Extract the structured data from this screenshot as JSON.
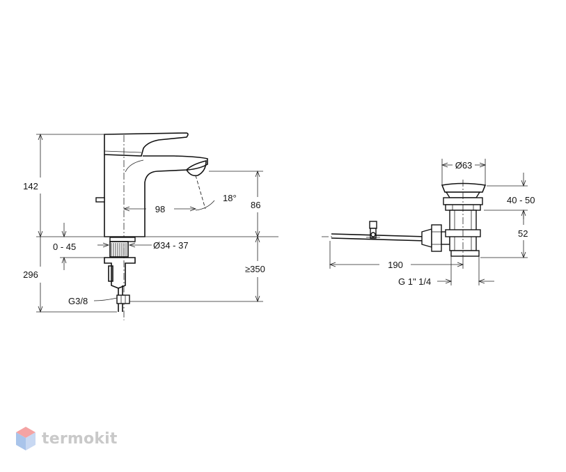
{
  "faucet": {
    "height_label": "142",
    "reach_label": "98",
    "angle_label": "18°",
    "spout_height_label": "86",
    "worktop_label": "0 - 45",
    "hole_diameter_label": "Ø34 - 37",
    "below_label": "296",
    "hose_length_label": "≥350",
    "connection_label": "G3/8"
  },
  "waste": {
    "plug_diameter_label": "Ø63",
    "plug_height_label": "40 - 50",
    "body_length_label": "52",
    "rod_length_label": "190",
    "thread_label": "G 1\" 1/4"
  },
  "watermark": {
    "text": "termokit",
    "colors": {
      "top": "#f4a3a3",
      "left": "#a9c4ea",
      "right": "#c8d8f2",
      "text": "#c9c9c9"
    }
  }
}
